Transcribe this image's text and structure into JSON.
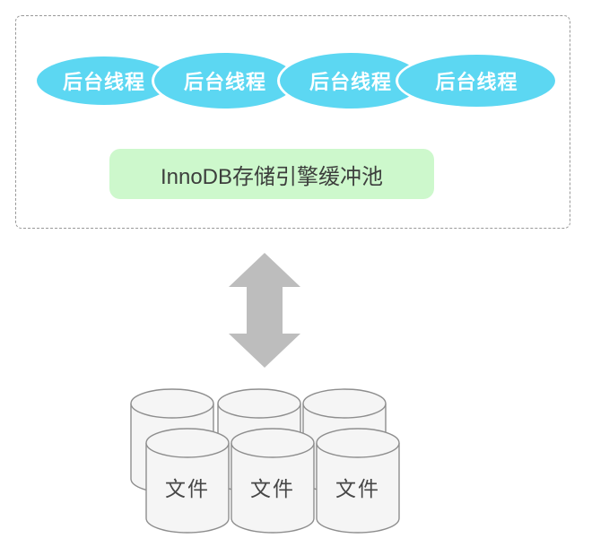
{
  "threads": [
    "后台线程",
    "后台线程",
    "后台线程",
    "后台线程"
  ],
  "buffer_pool": {
    "label": "InnoDB存储引擎缓冲池"
  },
  "files": [
    "文件",
    "文件",
    "文件"
  ],
  "colors": {
    "thread_fill": "#5CD7F2",
    "buffer_fill": "#CDF8CC",
    "arrow_fill": "#BDBDBD",
    "cylinder_fill": "#F5F5F5",
    "cylinder_stroke": "#8E8E8E",
    "dashed_border": "#999999"
  }
}
